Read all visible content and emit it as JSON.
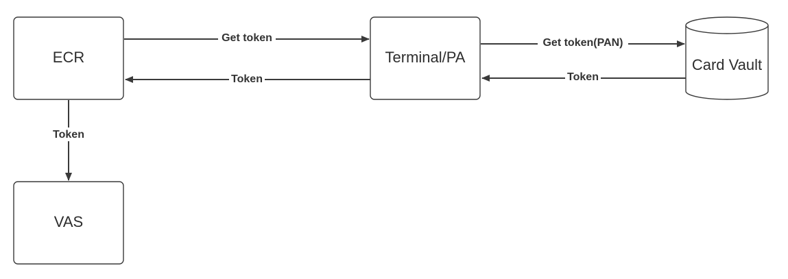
{
  "nodes": {
    "ecr": {
      "label": "ECR"
    },
    "terminal": {
      "label": "Terminal/PA"
    },
    "vault": {
      "label": "Card Vault"
    },
    "vas": {
      "label": "VAS"
    }
  },
  "edges": {
    "ecr_to_terminal": {
      "label": "Get token"
    },
    "terminal_to_ecr": {
      "label": "Token"
    },
    "terminal_to_vault": {
      "label": "Get token(PAN)"
    },
    "vault_to_terminal": {
      "label": "Token"
    },
    "ecr_to_vas": {
      "label": "Token"
    }
  },
  "colors": {
    "stroke": "#3a3a3a",
    "text": "#2d2d2d",
    "background": "#ffffff"
  }
}
